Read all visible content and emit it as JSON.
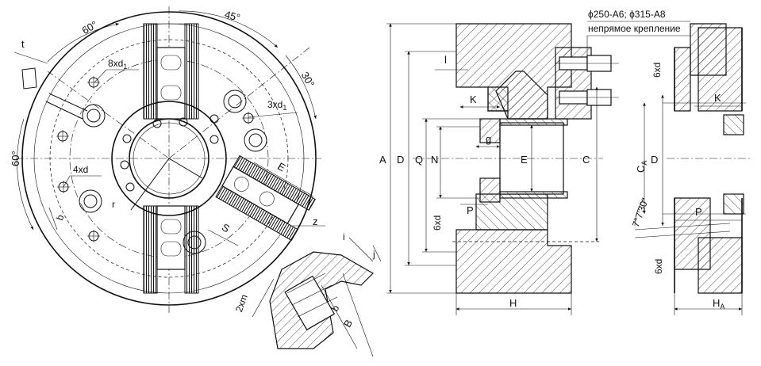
{
  "front_view": {
    "angle_top_left": "60°",
    "angle_top_right": "45°",
    "angle_right": "30°",
    "angle_left": "60°",
    "label_t": "t",
    "label_8xd1_main": "8xd",
    "label_8xd1_sub": "1",
    "label_3xd1_main": "3xd",
    "label_3xd1_sub": "1",
    "label_4xd": "4xd",
    "label_b": "b",
    "label_r": "r",
    "label_E": "E",
    "label_S": "S",
    "label_z": "z",
    "label_2xm": "2xm",
    "label_i": "i",
    "label_j": "j",
    "label_b2": "b",
    "label_B": "B"
  },
  "section_view": {
    "note_line1": "ϕ250-A6; ϕ315-A8",
    "note_line2": "непрямое крепление",
    "label_l": "l",
    "label_K": "K",
    "label_g": "g",
    "label_A": "A",
    "label_D": "D",
    "label_Q": "Q",
    "label_N": "N",
    "label_E": "E",
    "label_C": "C",
    "label_P": "P",
    "label_6xd": "6xd",
    "label_H": "H"
  },
  "side_view": {
    "label_6xd_top": "6xd",
    "label_K": "K",
    "label_CA_main": "C",
    "label_CA_sub": "A",
    "label_D": "D",
    "label_angle": "7°7'30\"",
    "label_P": "P",
    "label_6xd_bottom": "6xd",
    "label_HA_main": "H",
    "label_HA_sub": "A"
  }
}
